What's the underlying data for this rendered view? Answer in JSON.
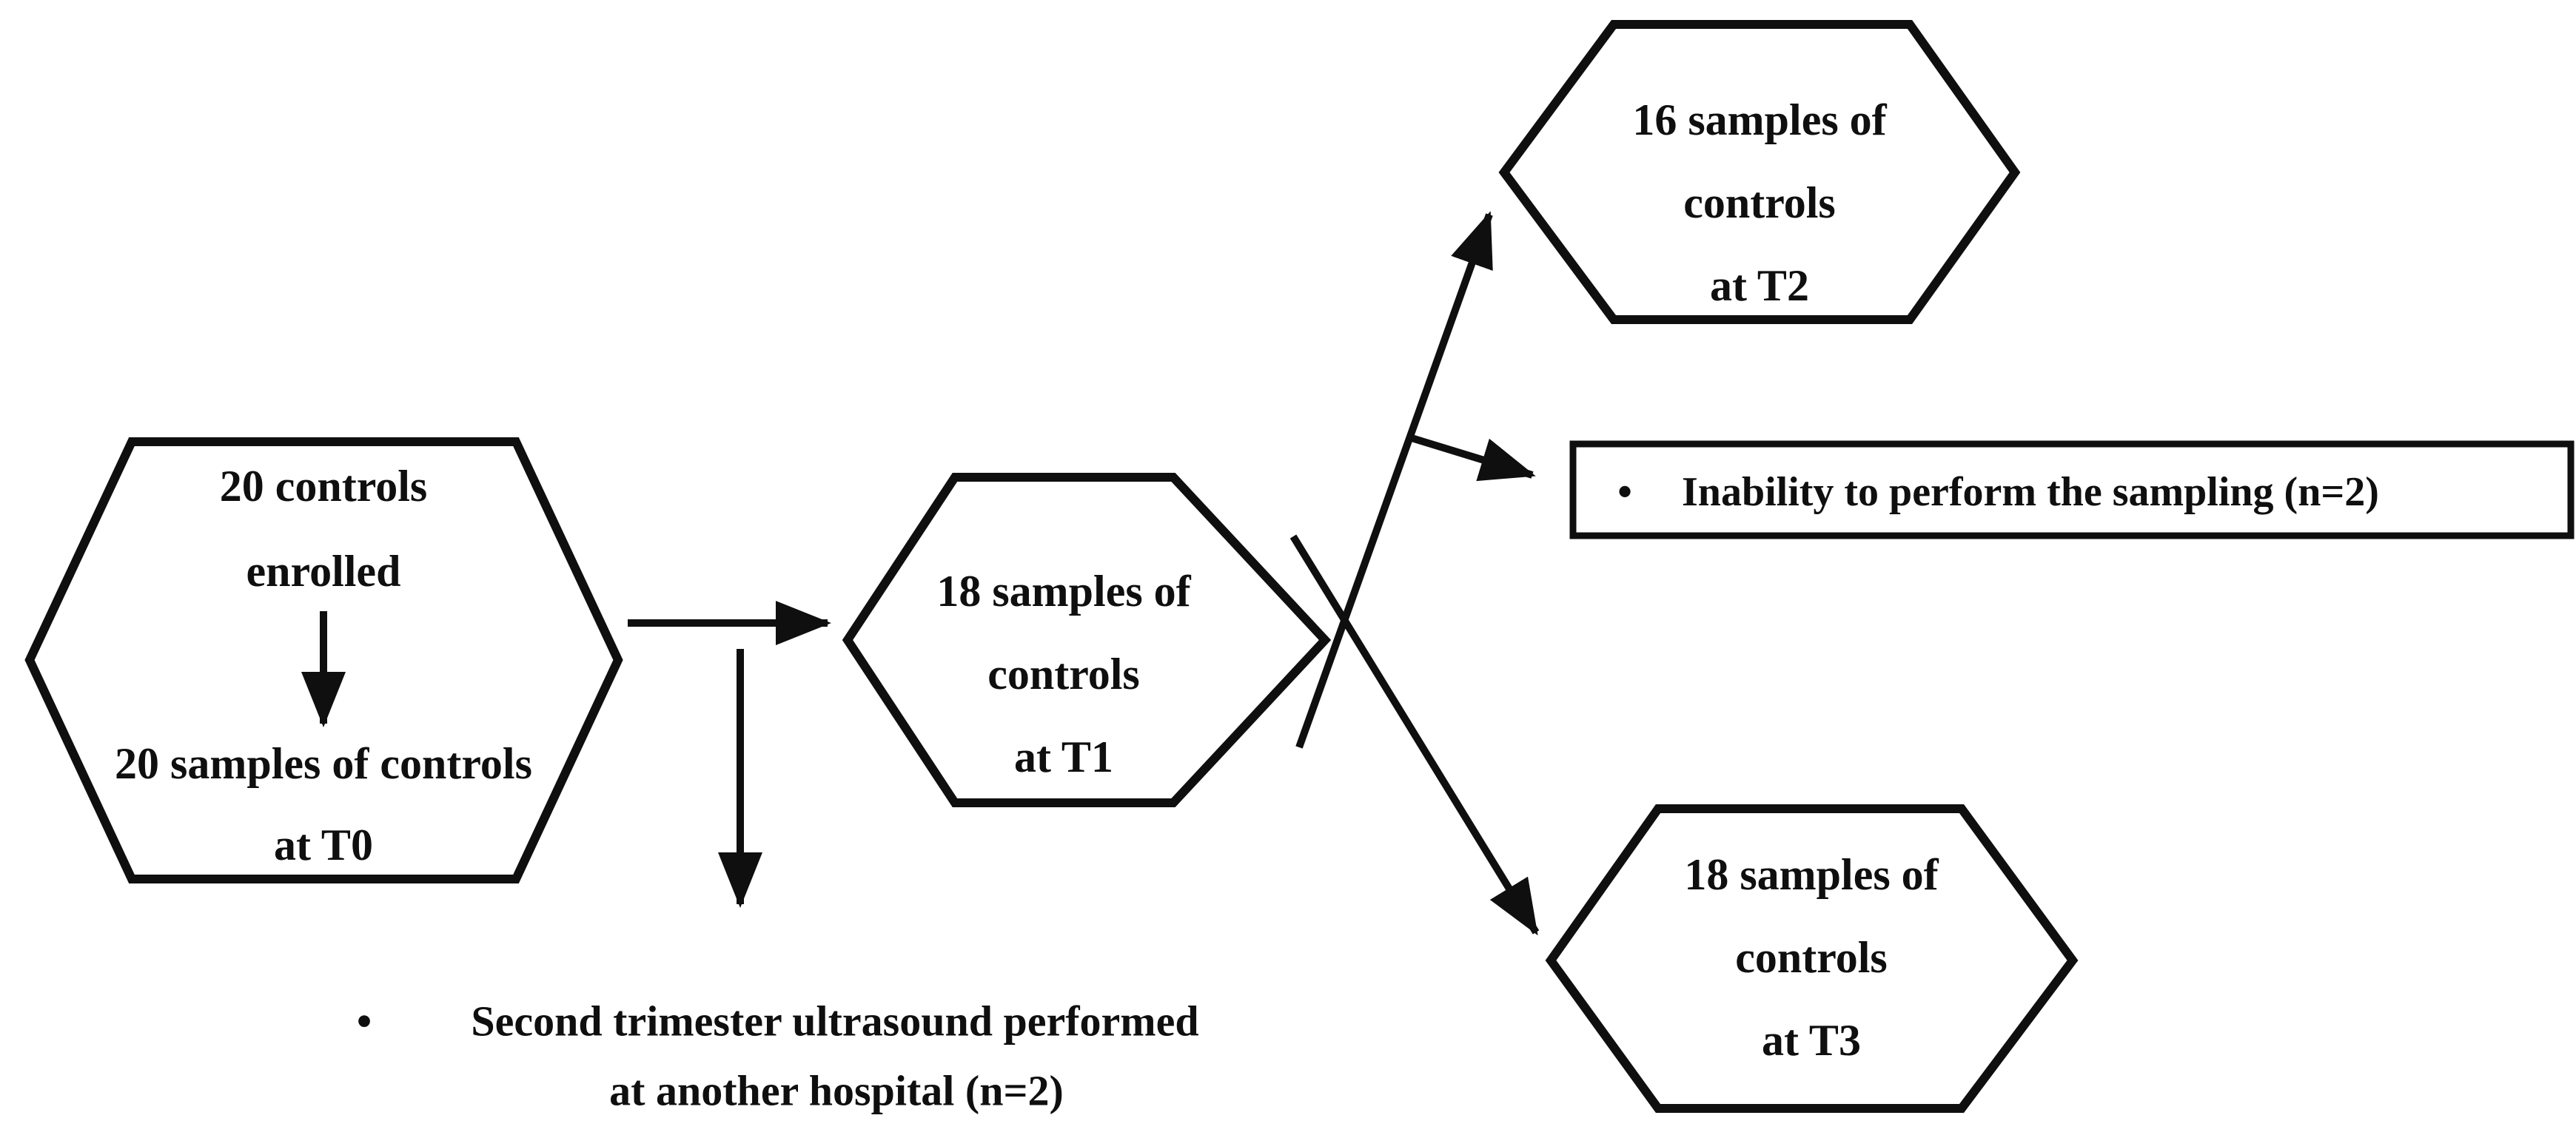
{
  "figure": {
    "description": "Flow diagram of control samples across study time points",
    "background_color": "#ffffff",
    "ink_color": "#0f0f0f"
  },
  "nodes": {
    "t0": {
      "top_line1": "20 controls",
      "top_line2": "enrolled",
      "bottom_line1": "20 samples of controls",
      "bottom_line2": "at T0"
    },
    "t1": {
      "line1": "18 samples of",
      "line2": "controls",
      "line3": "at T1"
    },
    "t2": {
      "line1": "16 samples of",
      "line2": "controls",
      "line3": "at T2"
    },
    "t3": {
      "line1": "18 samples of",
      "line2": "controls",
      "line3": "at T3"
    }
  },
  "notes": {
    "inability": {
      "bullet": "•",
      "text": "Inability  to perform  the sampling  (n=2)"
    },
    "ultrasound": {
      "bullet": "•",
      "line1": "Second trimester  ultrasound  performed",
      "line2": "at another hospital  (n=2)"
    }
  }
}
